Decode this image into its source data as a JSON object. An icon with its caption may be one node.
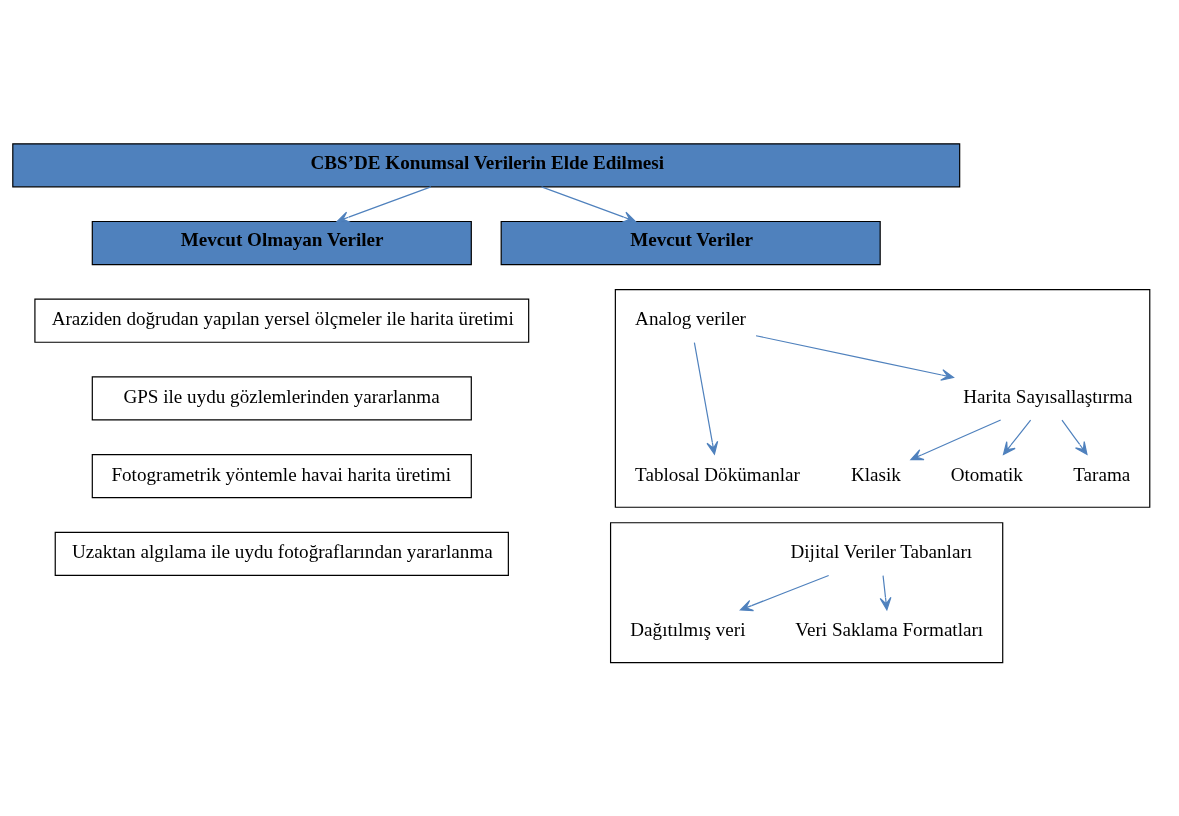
{
  "diagram": {
    "nodes": [
      {
        "text": [
          "CBS’DE Konumsal Verilerin Elde Edilmesi"
        ]
      },
      {
        "text": [
          "Mevcut Olmayan Veriler"
        ]
      },
      {
        "text": [
          "Araziden doğrudan yapılan yersel ölçmeler ile harita üretimi"
        ]
      },
      {
        "text": [
          "GPS ile uydu gözlemlerinden yararlanma"
        ]
      },
      {
        "text": [
          "Fotogrametrik yöntemle havai harita üretimi"
        ]
      },
      {
        "text": [
          "Uzaktan algılama ile uydu fotoğraflarından yararlanma"
        ]
      },
      {
        "text": [
          "Mevcut Veriler"
        ]
      },
      {
        "text": [],
        "shape": "box"
      },
      {
        "text": [
          "Analog veriler"
        ],
        "in": 7
      },
      {
        "text": [
          "Harita Sayısallaştırma"
        ],
        "in": 7
      },
      {
        "text": [
          "Klasik"
        ],
        "in": 7
      },
      {
        "text": [
          "Otomatik"
        ],
        "in": 7
      },
      {
        "text": [
          "Tarama"
        ],
        "in": 7
      },
      {
        "text": [
          "Tablosal Dökümanlar"
        ],
        "in": 7
      },
      {
        "text": [],
        "shape": "box"
      },
      {
        "text": [
          "Dijital Veriler Tabanları"
        ],
        "in": 14
      },
      {
        "text": [
          "Dağıtılmış veri"
        ],
        "in": 14
      },
      {
        "text": [
          "Veri Saklama Formatları"
        ],
        "in": 14
      }
    ],
    "edges": [
      {
        "from": 0,
        "to": 1,
        "arrow": "to"
      },
      {
        "from": 0,
        "to": 6,
        "arrow": "to"
      },
      {
        "from": 8,
        "to": 9,
        "arrow": "to"
      },
      {
        "from": 9,
        "to": 10,
        "arrow": "to"
      },
      {
        "from": 9,
        "to": 11,
        "arrow": "to"
      },
      {
        "from": 9,
        "to": 12,
        "arrow": "to"
      },
      {
        "from": 8,
        "to": 13,
        "arrow": "to"
      },
      {
        "from": 15,
        "to": 16,
        "arrow": "to"
      },
      {
        "from": 15,
        "to": 17,
        "arrow": "to"
      }
    ]
  }
}
